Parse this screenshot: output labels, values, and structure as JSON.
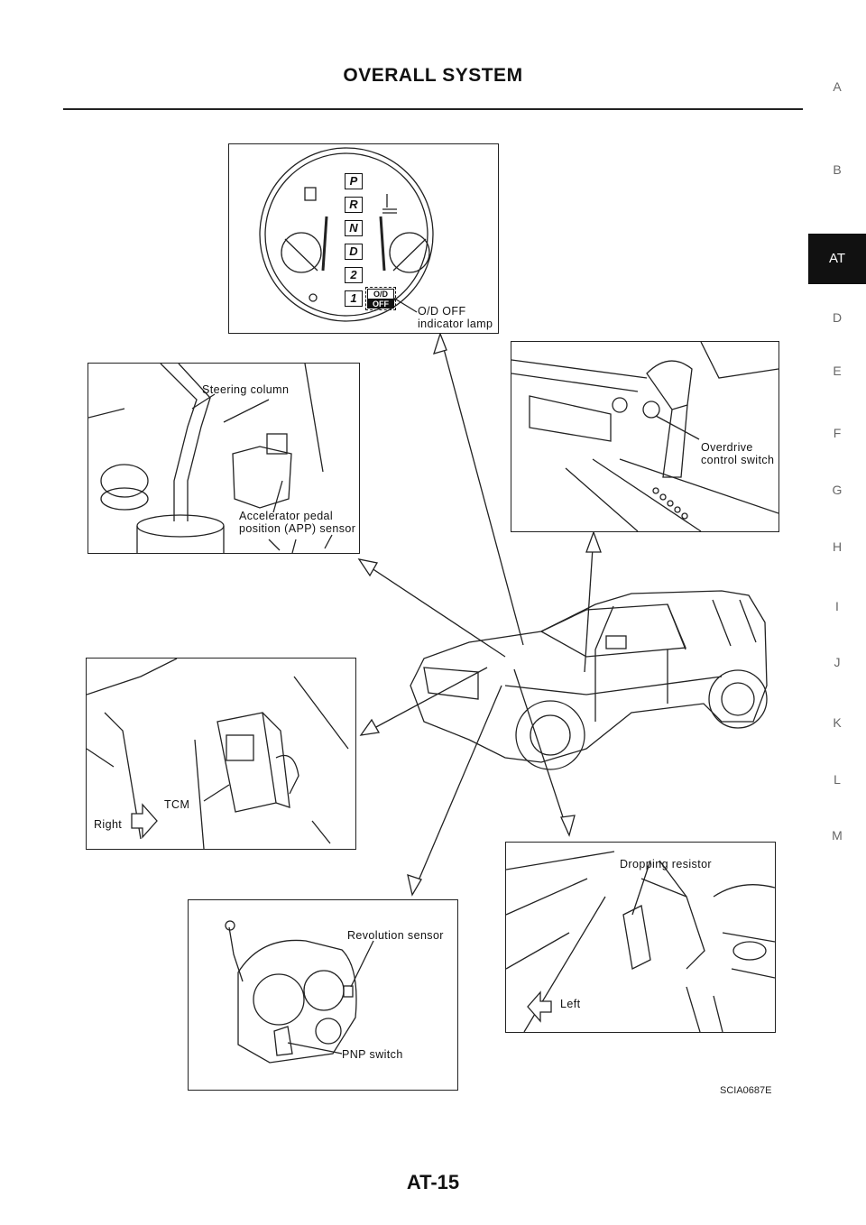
{
  "header": {
    "title": "OVERALL SYSTEM"
  },
  "side_index": [
    "A",
    "B",
    "AT",
    "D",
    "E",
    "F",
    "G",
    "H",
    "I",
    "J",
    "K",
    "L",
    "M"
  ],
  "side_active": "AT",
  "gauge": {
    "gears": [
      "P",
      "R",
      "N",
      "D",
      "2",
      "1"
    ],
    "od_top": "O/D",
    "od_bottom": "OFF",
    "label_line1": "O/D OFF",
    "label_line2": "indicator lamp"
  },
  "steering": {
    "label_top": "Steering column",
    "label_line1": "Accelerator pedal",
    "label_line2": "position (APP) sensor"
  },
  "overdrive": {
    "label_line1": "Overdrive",
    "label_line2": "control switch"
  },
  "tcm": {
    "label": "TCM",
    "direction": "Right"
  },
  "resistor": {
    "label": "Dropping resistor",
    "direction": "Left"
  },
  "transmission": {
    "label_top": "Revolution sensor",
    "label_bottom": "PNP switch"
  },
  "figure_id": "SCIA0687E",
  "footer": {
    "page": "AT-15"
  }
}
